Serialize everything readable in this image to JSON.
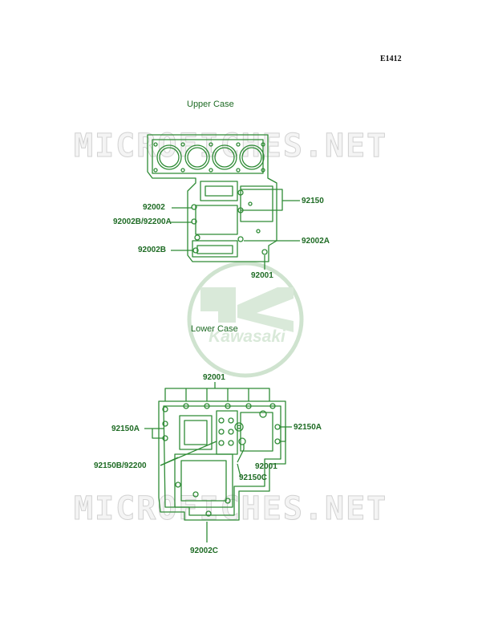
{
  "figure_code": "E1412",
  "watermark_text": "MICROFICHES.NET",
  "logo_text": "Kawasaki",
  "upper_case": {
    "title": "Upper Case",
    "callouts": [
      "92150",
      "92002",
      "92002B/92200A",
      "92002B",
      "92002A",
      "92001"
    ]
  },
  "lower_case": {
    "title": "Lower Case",
    "callouts": [
      "92001",
      "92150A",
      "92150A",
      "92150B/92200",
      "92001",
      "92150C",
      "92002C"
    ]
  },
  "colors": {
    "line_art": "#2e8b35",
    "label": "#1e6b24",
    "watermark": "#d2d2d2",
    "logo": "#cfe3cf"
  }
}
